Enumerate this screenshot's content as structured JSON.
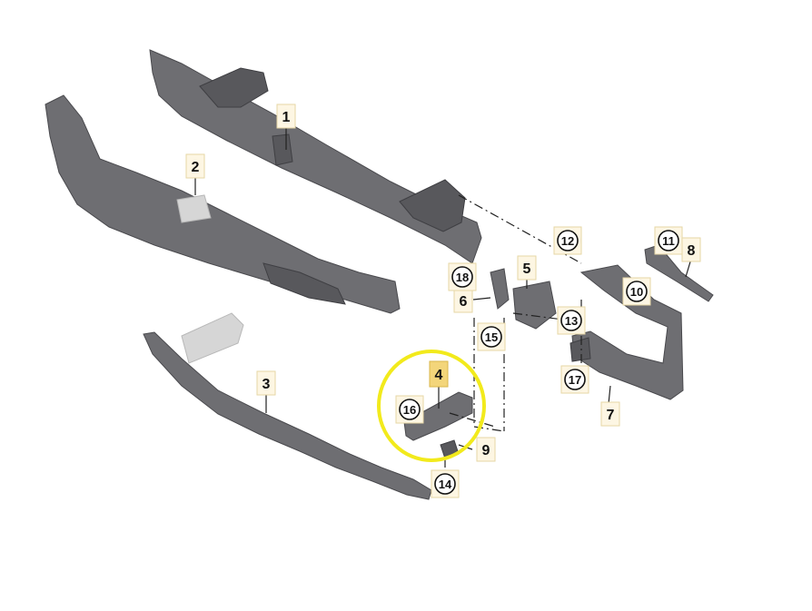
{
  "callouts": {
    "p1": "1",
    "p2": "2",
    "p3": "3",
    "p4": "4",
    "p5": "5",
    "p6": "6",
    "p7": "7",
    "p8": "8",
    "p9": "9",
    "p10": "10",
    "p11": "11",
    "p12": "12",
    "p13": "13",
    "p14": "14",
    "p15": "15",
    "p16": "16",
    "p17": "17",
    "p18": "18"
  },
  "colors": {
    "part_gray": "#6e6e72",
    "highlight_ring": "#f2ea1c",
    "highlight_label": "#f3d57a",
    "label_bg": "#fdf6e3"
  }
}
